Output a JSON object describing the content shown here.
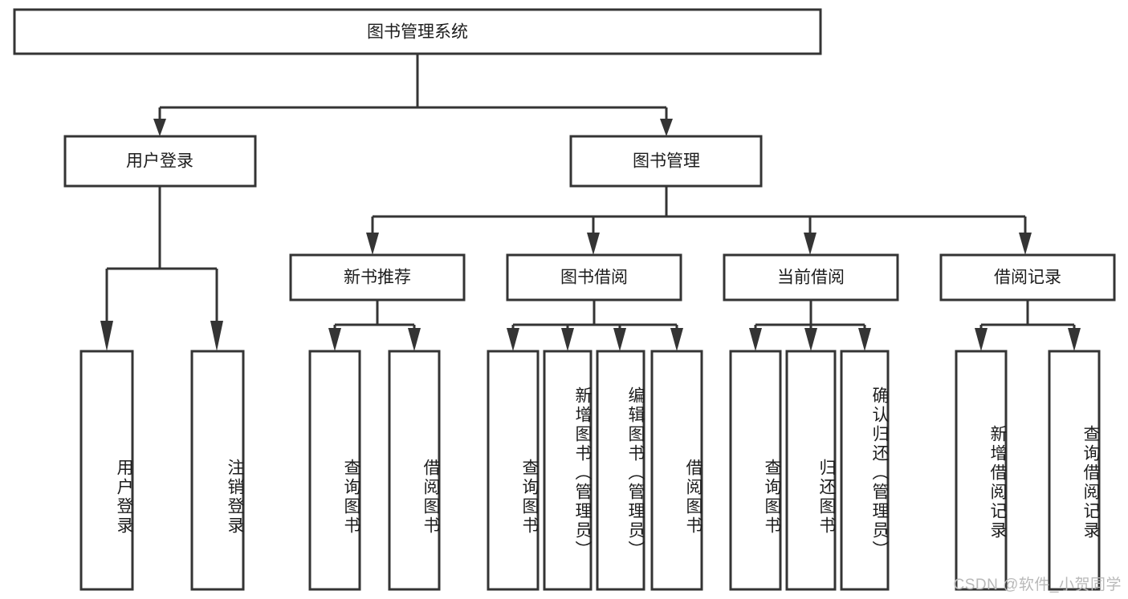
{
  "diagram": {
    "title": "图书管理系统",
    "type": "tree",
    "root": {
      "id": "root",
      "label": "图书管理系统",
      "orientation": "horizontal"
    },
    "level2": [
      {
        "id": "user-login",
        "label": "用户登录",
        "orientation": "horizontal"
      },
      {
        "id": "book-manage",
        "label": "图书管理",
        "orientation": "horizontal"
      }
    ],
    "level3": [
      {
        "id": "new-book-recommend",
        "label": "新书推荐",
        "parent": "book-manage",
        "orientation": "horizontal"
      },
      {
        "id": "book-borrow",
        "label": "图书借阅",
        "parent": "book-manage",
        "orientation": "horizontal"
      },
      {
        "id": "current-borrow",
        "label": "当前借阅",
        "parent": "book-manage",
        "orientation": "horizontal"
      },
      {
        "id": "borrow-record",
        "label": "借阅记录",
        "parent": "book-manage",
        "orientation": "horizontal"
      }
    ],
    "leaves": [
      {
        "id": "leaf-user-login",
        "label": "用户登录",
        "parent": "user-login",
        "orientation": "vertical"
      },
      {
        "id": "leaf-logout-login",
        "label": "注销登录",
        "parent": "user-login",
        "orientation": "vertical"
      },
      {
        "id": "leaf-query-book-1",
        "label": "查询图书",
        "parent": "new-book-recommend",
        "orientation": "vertical"
      },
      {
        "id": "leaf-borrow-book-1",
        "label": "借阅图书",
        "parent": "new-book-recommend",
        "orientation": "vertical"
      },
      {
        "id": "leaf-query-book-2",
        "label": "查询图书",
        "parent": "book-borrow",
        "orientation": "vertical"
      },
      {
        "id": "leaf-add-book",
        "label": "新增图书（管理员）",
        "parent": "book-borrow",
        "orientation": "vertical"
      },
      {
        "id": "leaf-edit-book",
        "label": "编辑图书（管理员）",
        "parent": "book-borrow",
        "orientation": "vertical"
      },
      {
        "id": "leaf-borrow-book-2",
        "label": "借阅图书",
        "parent": "book-borrow",
        "orientation": "vertical"
      },
      {
        "id": "leaf-query-book-3",
        "label": "查询图书",
        "parent": "current-borrow",
        "orientation": "vertical"
      },
      {
        "id": "leaf-return-book",
        "label": "归还图书",
        "parent": "current-borrow",
        "orientation": "vertical"
      },
      {
        "id": "leaf-confirm-return",
        "label": "确认归还（管理员）",
        "parent": "current-borrow",
        "orientation": "vertical"
      },
      {
        "id": "leaf-add-record",
        "label": "新增借阅记录",
        "parent": "borrow-record",
        "orientation": "vertical"
      },
      {
        "id": "leaf-query-record",
        "label": "查询借阅记录",
        "parent": "borrow-record",
        "orientation": "vertical"
      }
    ],
    "colors": {
      "background": "#ffffff",
      "box_fill": "#ffffff",
      "box_stroke": "#343434",
      "connector": "#343434",
      "text": "#1d1d1d",
      "watermark": "#b9b9b9"
    }
  },
  "watermark": {
    "text": "CSDN @软件_小贺同学"
  }
}
